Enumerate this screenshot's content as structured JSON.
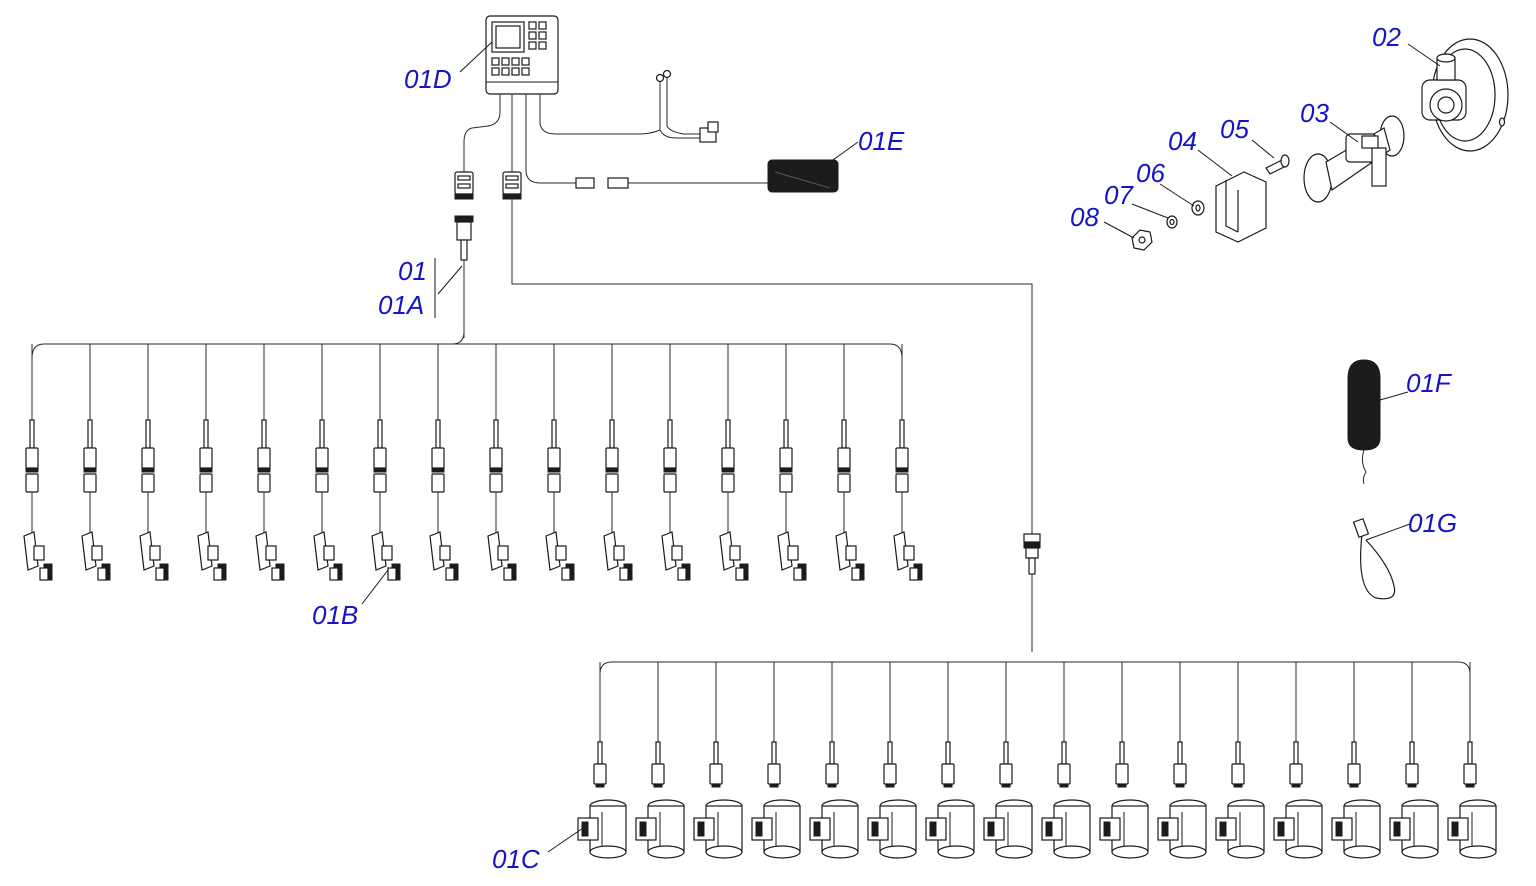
{
  "callouts": {
    "c01": "01",
    "c01A": "01A",
    "c01B": "01B",
    "c01C": "01C",
    "c01D": "01D",
    "c01E": "01E",
    "c01F": "01F",
    "c01G": "01G",
    "c02": "02",
    "c03": "03",
    "c04": "04",
    "c05": "05",
    "c06": "06",
    "c07": "07",
    "c08": "08"
  },
  "colors": {
    "callout_text": "#1515c8",
    "line_art": "#1a1a1a",
    "background": "#ffffff"
  },
  "branches": {
    "sensor_harness_count": 16,
    "valve_harness_count": 16
  }
}
